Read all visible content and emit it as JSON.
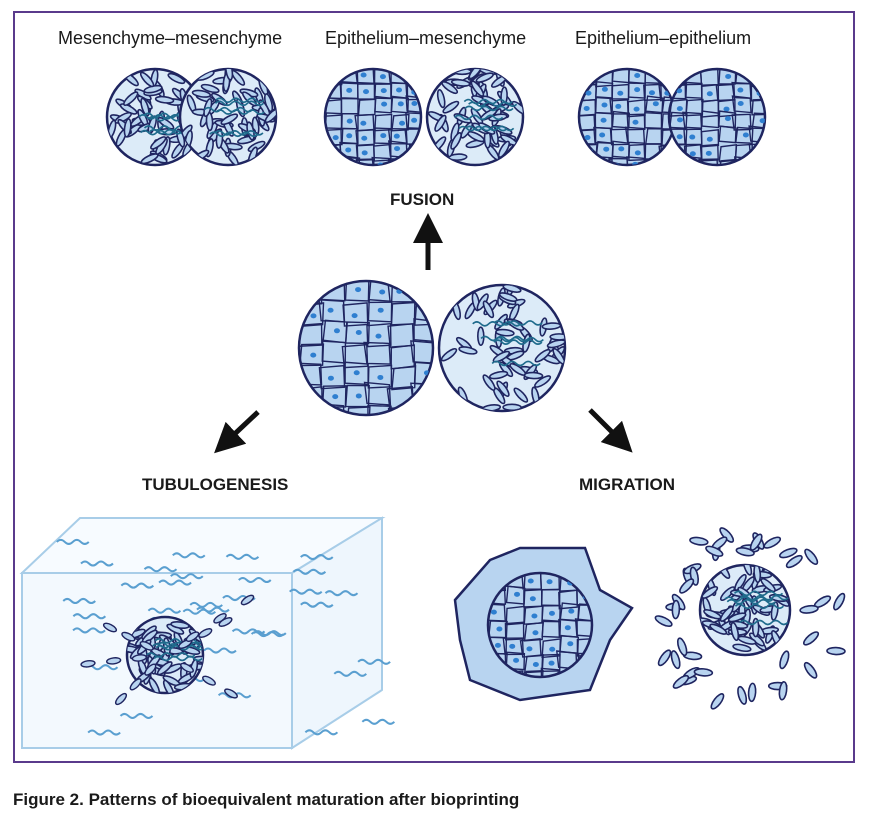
{
  "labels": {
    "mes_mes": "Mesenchyme–mesenchyme",
    "epi_mes": "Epithelium–mesenchyme",
    "epi_epi": "Epithelium–epithelium",
    "fusion": "FUSION",
    "tubulogenesis": "TUBULOGENESIS",
    "migration": "MIGRATION"
  },
  "caption": "Figure 2. Patterns of bioequivalent maturation after bioprinting",
  "colors": {
    "frame": "#5a3a8c",
    "cell_fill": "#b8d4f0",
    "cell_stroke": "#1f2560",
    "nucleus": "#2f7fd0",
    "fiber": "#1f6b8c",
    "matrix_wave": "#5a9fd0",
    "cube_edge": "#a8cde8"
  }
}
